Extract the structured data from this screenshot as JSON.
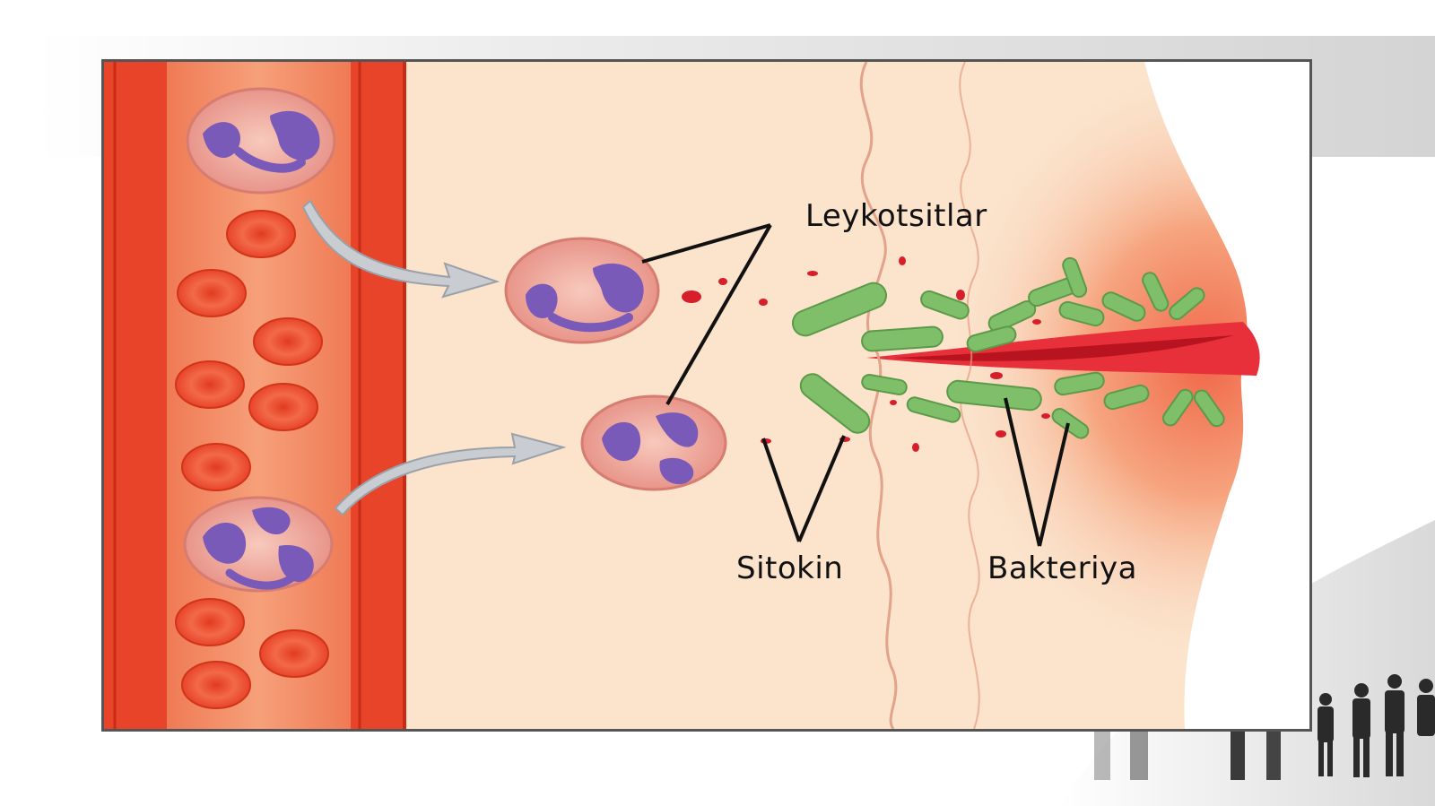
{
  "labels": {
    "leukocytes": "Leykotsitlar",
    "cytokine": "Sitokin",
    "bacteria": "Bakteriya"
  },
  "colors": {
    "vessel": "#e8442a",
    "tissue": "#fbe3cc",
    "bacteria": "#7fbf6a",
    "leukocyte_nucleus": "#7a5ab8",
    "leukocyte_body": "#f2b0a6",
    "cytokine": "#d61f2a",
    "wound": "#e8303a"
  },
  "icons": {
    "arrows": "migration-arrow-icon",
    "people": "people-silhouette-icon"
  }
}
